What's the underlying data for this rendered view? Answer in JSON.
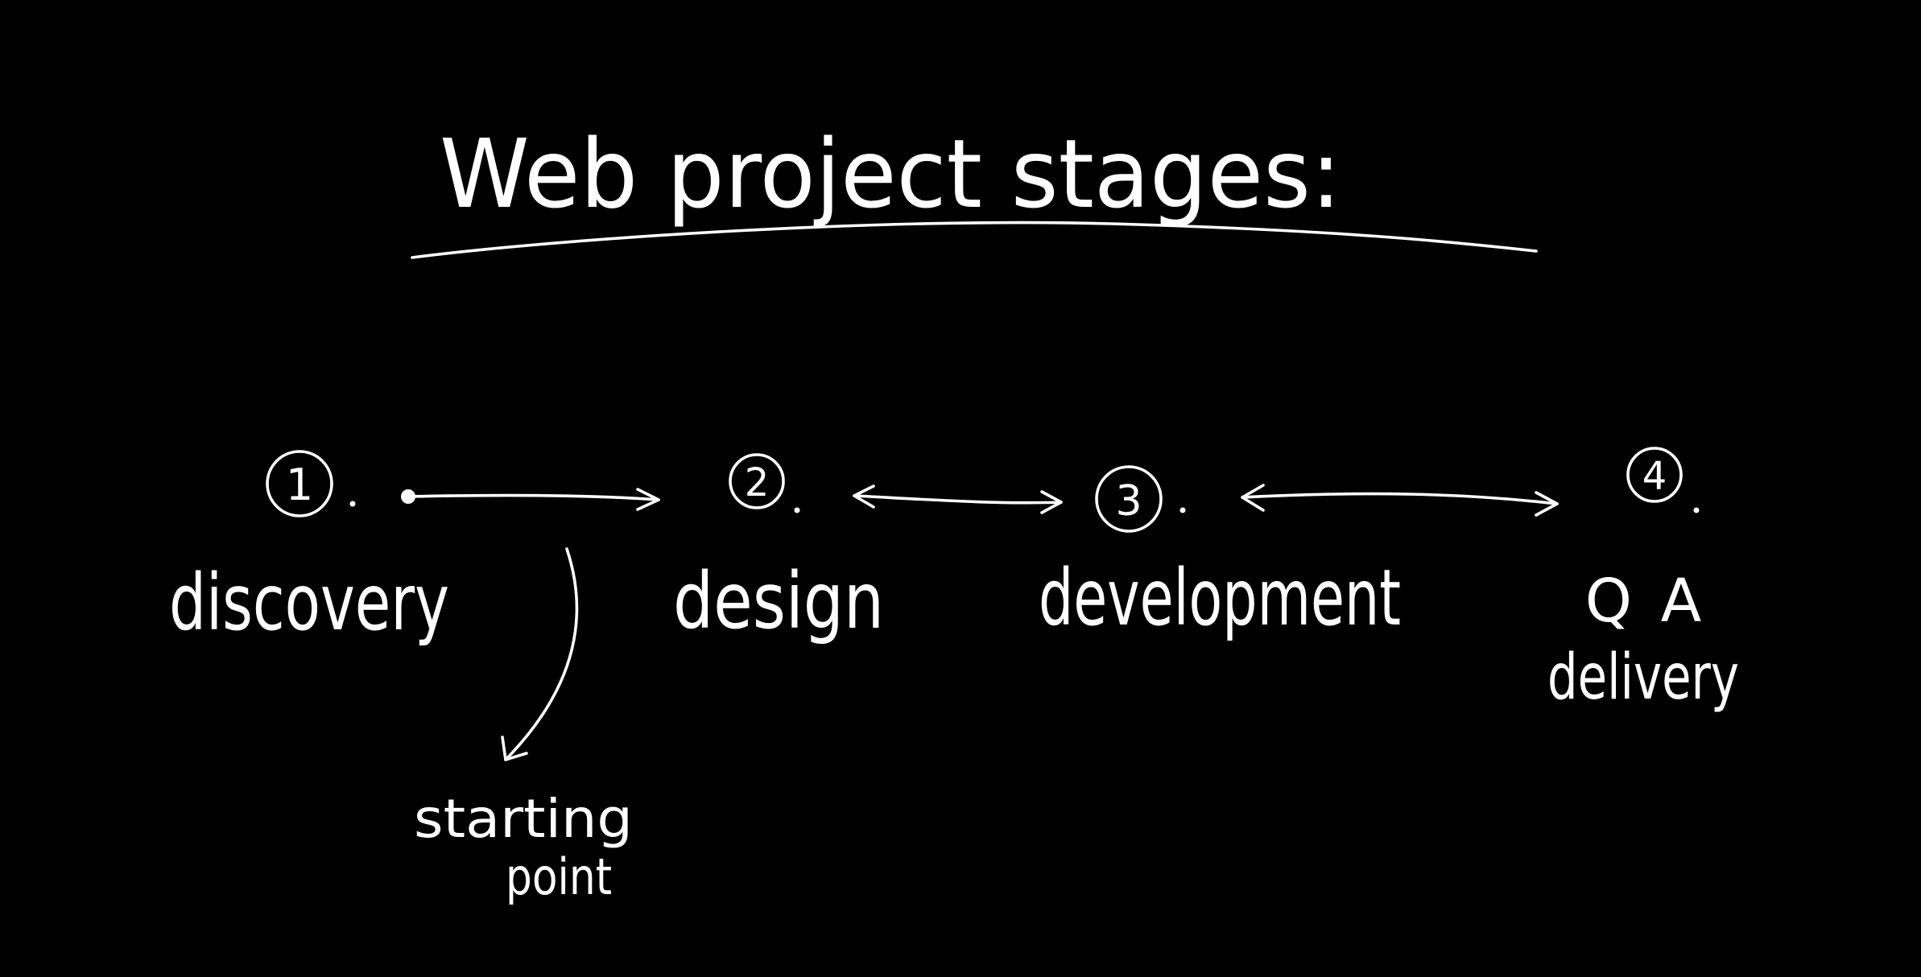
{
  "title": "Web project stages:",
  "stages": [
    {
      "number": "1",
      "label": "discovery"
    },
    {
      "number": "2",
      "label": "design"
    },
    {
      "number": "3",
      "label": "development"
    },
    {
      "number": "4",
      "label": "Q A",
      "sublabel": "delivery"
    }
  ],
  "annotation": {
    "line1": "starting",
    "line2": "point"
  },
  "colors": {
    "background": "#000000",
    "ink": "#ffffff"
  }
}
